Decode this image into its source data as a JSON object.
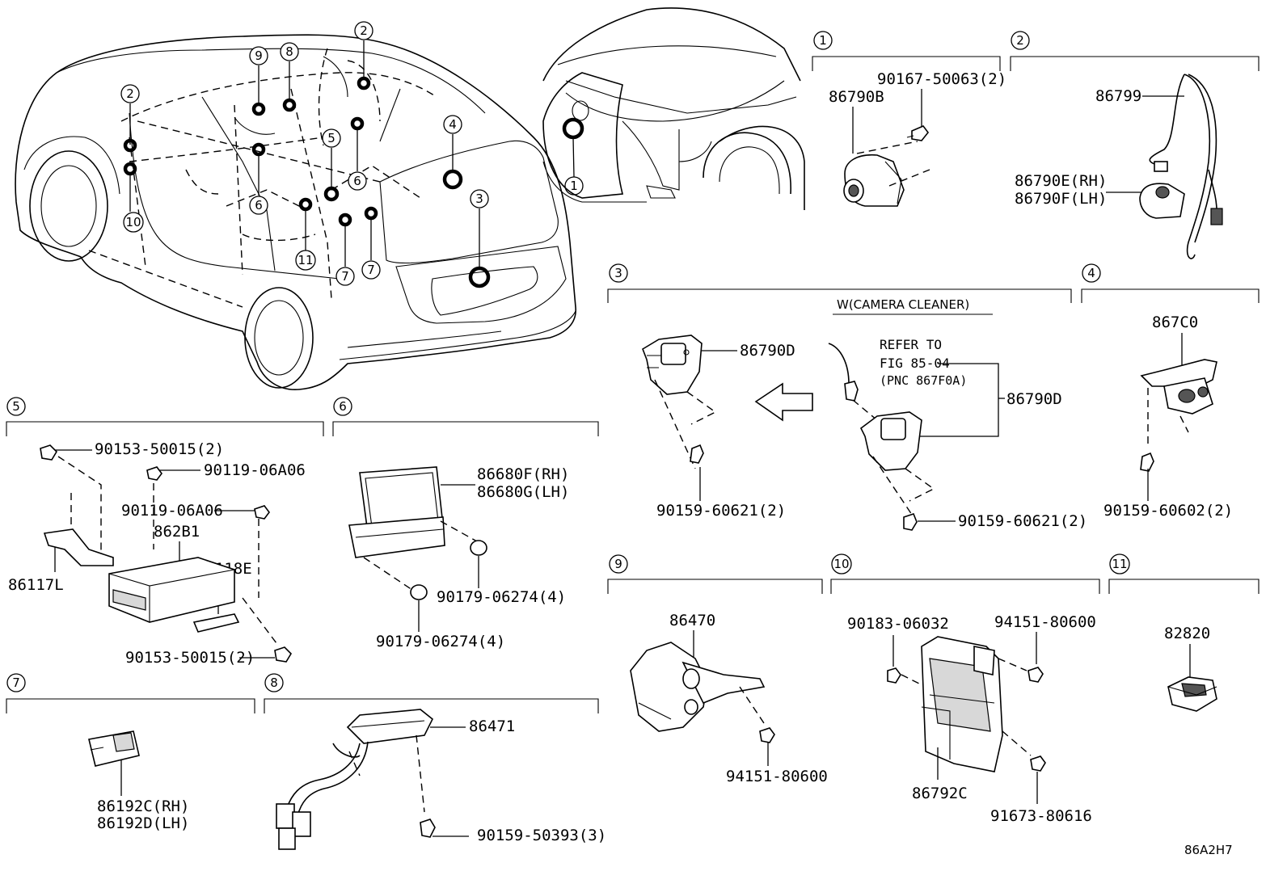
{
  "diagram_id": "86A2H7",
  "sections": [
    {
      "num": "1",
      "parts": [
        "86790B",
        "90167-50063(2)"
      ]
    },
    {
      "num": "2",
      "parts": [
        "86799",
        "86790E(RH)",
        "86790F(LH)"
      ]
    },
    {
      "num": "3",
      "note": "W(CAMERA CLEANER)",
      "refer": [
        "REFER TO",
        "FIG 85-04",
        "(PNC 867F0A)"
      ],
      "parts": [
        "86790D",
        "90159-60621(2)",
        "86790D",
        "90159-60621(2)"
      ]
    },
    {
      "num": "4",
      "parts": [
        "867C0",
        "90159-60602(2)"
      ]
    },
    {
      "num": "5",
      "parts": [
        "90153-50015(2)",
        "90119-06A06",
        "90119-06A06",
        "862B1",
        "86118E",
        "86117L",
        "90153-50015(2)"
      ]
    },
    {
      "num": "6",
      "parts": [
        "86680F(RH)",
        "86680G(LH)",
        "90179-06274(4)",
        "90179-06274(4)"
      ]
    },
    {
      "num": "7",
      "parts": [
        "86192C(RH)",
        "86192D(LH)"
      ]
    },
    {
      "num": "8",
      "parts": [
        "86471",
        "90159-50393(3)"
      ]
    },
    {
      "num": "9",
      "parts": [
        "86470",
        "94151-80600"
      ]
    },
    {
      "num": "10",
      "parts": [
        "90183-06032",
        "94151-80600",
        "86792C",
        "91673-80616"
      ]
    },
    {
      "num": "11",
      "parts": [
        "82820"
      ]
    }
  ],
  "vehicle_callouts": [
    "2",
    "9",
    "8",
    "2",
    "4",
    "5",
    "6",
    "6",
    "10",
    "11",
    "7",
    "7",
    "3",
    "1"
  ]
}
